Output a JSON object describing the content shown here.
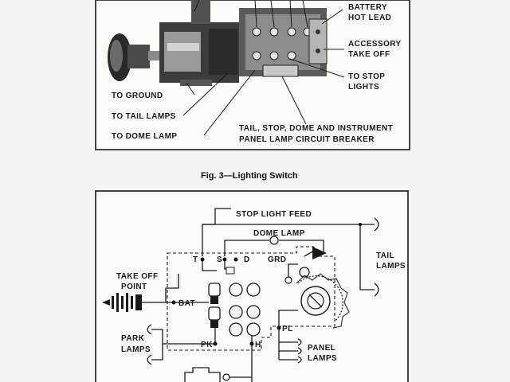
{
  "figure_top": {
    "labels": {
      "battery_hot_lead": [
        "BATTERY",
        "HOT LEAD"
      ],
      "accessory_take_off": [
        "ACCESSORY",
        "TAKE OFF"
      ],
      "to_stop_lights": [
        "TO STOP",
        "LIGHTS"
      ],
      "to_ground": "TO GROUND",
      "to_tail_lamps": "TO TAIL LAMPS",
      "to_dome_lamp": "TO DOME LAMP",
      "circuit_breaker": [
        "TAIL, STOP, DOME AND INSTRUMENT",
        "PANEL LAMP CIRCUIT BREAKER"
      ]
    },
    "caption": "Fig. 3—Lighting Switch"
  },
  "figure_bottom": {
    "labels": {
      "stop_light_feed": "STOP LIGHT FEED",
      "dome_lamp": "DOME LAMP",
      "t": "T",
      "s": "S",
      "d": "D",
      "grd": "GRD",
      "take_off_point": [
        "TAKE OFF",
        "POINT"
      ],
      "bat": "BAT",
      "tail_lamps": [
        "TAIL",
        "LAMPS"
      ],
      "park_lamps": [
        "PARK",
        "LAMPS"
      ],
      "pk": "PK",
      "h": "H",
      "pl": "PL",
      "panel_lamps": [
        "PANEL",
        "LAMPS"
      ]
    }
  }
}
